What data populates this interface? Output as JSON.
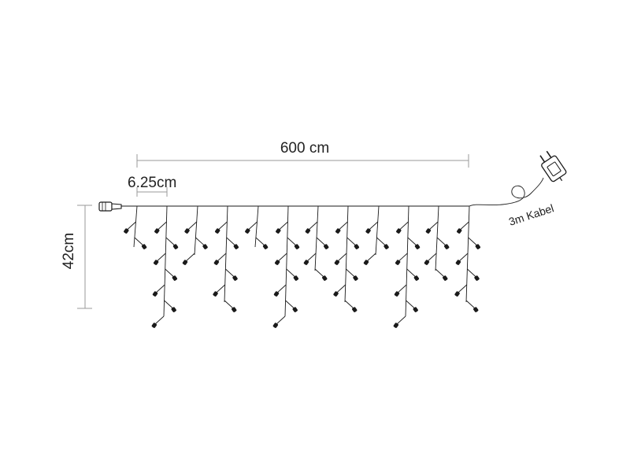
{
  "dimensions": {
    "width_label": "600 cm",
    "spacing_label": "6.25cm",
    "height_label": "42cm",
    "cable_label": "3m Kabel"
  },
  "colors": {
    "line": "#1a1a1a",
    "dimension_line": "#9a9a9a",
    "text": "#222222"
  },
  "icons": {
    "connector": "connector-plug-icon",
    "adapter": "power-adapter-icon"
  }
}
